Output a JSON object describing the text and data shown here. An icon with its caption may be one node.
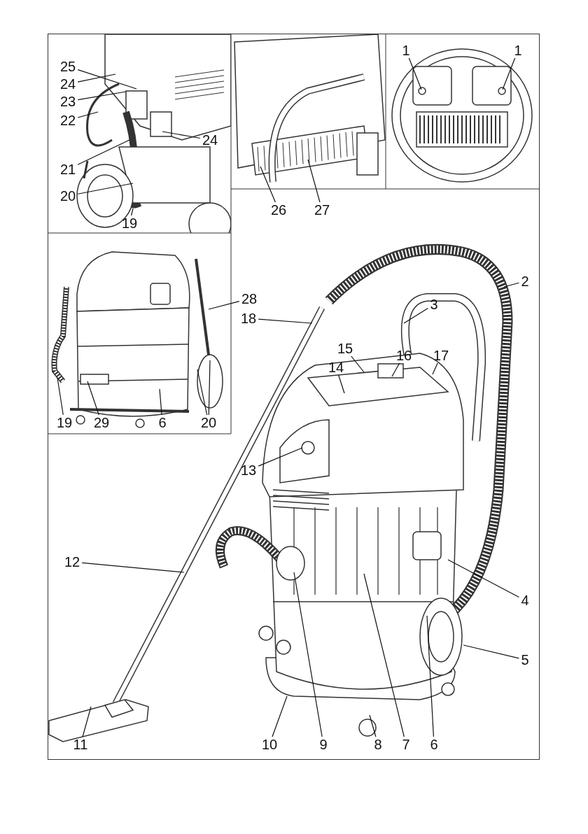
{
  "diagram": {
    "nodes": [
      {
        "text": [
          "25"
        ]
      },
      {
        "text": [
          "24"
        ]
      },
      {
        "text": [
          "23"
        ]
      },
      {
        "text": [
          "22"
        ]
      },
      {
        "text": [
          "21"
        ]
      },
      {
        "text": [
          "20"
        ]
      },
      {
        "text": [
          "19"
        ]
      },
      {
        "text": [
          "24"
        ]
      },
      {
        "text": [
          "26"
        ]
      },
      {
        "text": [
          "27"
        ]
      },
      {
        "text": [
          "1"
        ]
      },
      {
        "text": [
          "1"
        ]
      },
      {
        "text": [
          "28"
        ]
      },
      {
        "text": [
          "19"
        ]
      },
      {
        "text": [
          "29"
        ]
      },
      {
        "text": [
          "6"
        ]
      },
      {
        "text": [
          "20"
        ]
      },
      {
        "text": [
          "2"
        ]
      },
      {
        "text": [
          "3"
        ]
      },
      {
        "text": [
          "18"
        ]
      },
      {
        "text": [
          "15"
        ]
      },
      {
        "text": [
          "16"
        ]
      },
      {
        "text": [
          "17"
        ]
      },
      {
        "text": [
          "14"
        ]
      },
      {
        "text": [
          "13"
        ]
      },
      {
        "text": [
          "12"
        ]
      },
      {
        "text": [
          "4"
        ]
      },
      {
        "text": [
          "5"
        ]
      },
      {
        "text": [
          "11"
        ]
      },
      {
        "text": [
          "10"
        ]
      },
      {
        "text": [
          "9"
        ]
      },
      {
        "text": [
          "8"
        ]
      },
      {
        "text": [
          "7"
        ]
      },
      {
        "text": [
          "6"
        ]
      }
    ],
    "edges": [
      {
        "from": 0,
        "to": null,
        "arrow": "none"
      },
      {
        "from": 1,
        "to": null,
        "arrow": "none"
      },
      {
        "from": 2,
        "to": null,
        "arrow": "none"
      },
      {
        "from": 3,
        "to": null,
        "arrow": "none"
      },
      {
        "from": 4,
        "to": null,
        "arrow": "none"
      },
      {
        "from": 5,
        "to": null,
        "arrow": "none"
      },
      {
        "from": 6,
        "to": null,
        "arrow": "none"
      },
      {
        "from": 7,
        "to": null,
        "arrow": "none"
      },
      {
        "from": 8,
        "to": null,
        "arrow": "none"
      },
      {
        "from": 9,
        "to": null,
        "arrow": "none"
      },
      {
        "from": 10,
        "to": null,
        "arrow": "none"
      },
      {
        "from": 11,
        "to": null,
        "arrow": "none"
      },
      {
        "from": 12,
        "to": null,
        "arrow": "none"
      },
      {
        "from": 13,
        "to": null,
        "arrow": "none"
      },
      {
        "from": 14,
        "to": null,
        "arrow": "none"
      },
      {
        "from": 15,
        "to": null,
        "arrow": "none"
      },
      {
        "from": 16,
        "to": null,
        "arrow": "none"
      },
      {
        "from": 16,
        "to": null,
        "arrow": "none"
      },
      {
        "from": 17,
        "to": null,
        "arrow": "none"
      },
      {
        "from": 18,
        "to": null,
        "arrow": "none"
      },
      {
        "from": 19,
        "to": null,
        "arrow": "none"
      },
      {
        "from": 20,
        "to": null,
        "arrow": "none"
      },
      {
        "from": 21,
        "to": null,
        "arrow": "none"
      },
      {
        "from": 22,
        "to": null,
        "arrow": "none"
      },
      {
        "from": 23,
        "to": null,
        "arrow": "none"
      },
      {
        "from": 24,
        "to": null,
        "arrow": "none"
      },
      {
        "from": 25,
        "to": null,
        "arrow": "none"
      },
      {
        "from": 26,
        "to": null,
        "arrow": "none"
      },
      {
        "from": 27,
        "to": null,
        "arrow": "none"
      },
      {
        "from": 28,
        "to": null,
        "arrow": "none"
      },
      {
        "from": 29,
        "to": null,
        "arrow": "none"
      },
      {
        "from": 30,
        "to": null,
        "arrow": "none"
      },
      {
        "from": 31,
        "to": null,
        "arrow": "none"
      },
      {
        "from": 32,
        "to": null,
        "arrow": "none"
      },
      {
        "from": 33,
        "to": null,
        "arrow": "none"
      }
    ]
  }
}
